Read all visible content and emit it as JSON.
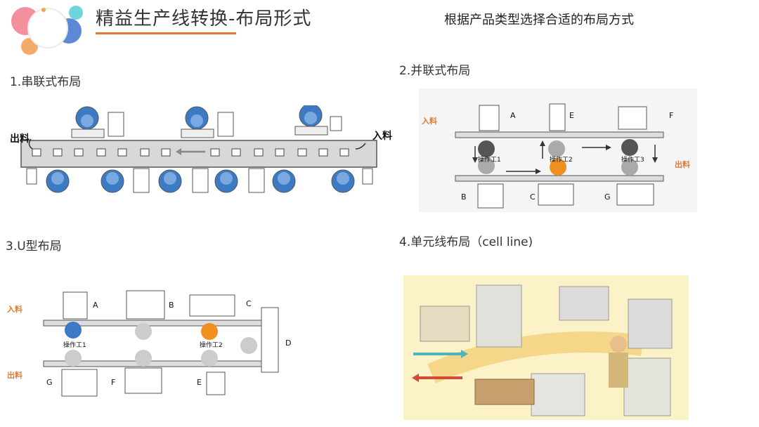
{
  "header": {
    "title": "精益生产线转换-布局形式",
    "subtitle": "根据产品类型选择合适的布局方式"
  },
  "colors": {
    "accent": "#e07b3a",
    "operator_blue": "#3d7ac4",
    "operator_orange": "#f0901e",
    "label_orange": "#e8792c"
  },
  "sections": {
    "serial": {
      "heading": "1.串联式布局",
      "in_label": "入料",
      "out_label": "出料"
    },
    "parallel": {
      "heading": "2.并联式布局",
      "in_label": "入料",
      "out_label": "出料",
      "machines_top": [
        "A",
        "E",
        "F"
      ],
      "machines_bottom": [
        "B",
        "C",
        "G"
      ],
      "operators": [
        "操作工1",
        "操作工2",
        "操作工3"
      ]
    },
    "u_shape": {
      "heading": "3.U型布局",
      "in_label": "入料",
      "out_label": "出料",
      "machines_top": [
        "A",
        "B",
        "C"
      ],
      "machine_right": "D",
      "machines_bottom": [
        "G",
        "F",
        "E"
      ],
      "operators": [
        "操作工1",
        "操作工2"
      ]
    },
    "cell": {
      "heading": "4.单元线布局（cell line)"
    }
  }
}
